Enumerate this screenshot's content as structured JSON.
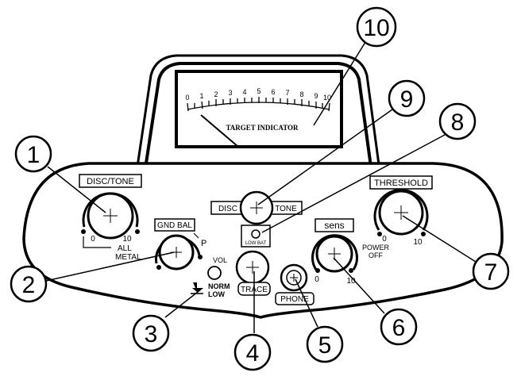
{
  "meter": {
    "scale": [
      "0",
      "1",
      "2",
      "3",
      "4",
      "5",
      "6",
      "7",
      "8",
      "9",
      "10"
    ],
    "label": "TARGET INDICATOR"
  },
  "controls": {
    "disc_tone": {
      "label": "DISC/TONE",
      "min": "0",
      "max": "10",
      "all_metal": "ALL",
      "all_metal_2": "METAL"
    },
    "gnd_bal": {
      "label": "GND BAL",
      "p": "P"
    },
    "vol": {
      "label": "VOL",
      "norm": "NORM",
      "low": "LOW"
    },
    "trace": {
      "label": "TRACE"
    },
    "phone": {
      "label": "PHONE"
    },
    "disc_switch": {
      "left": "DISC",
      "right": "TONE"
    },
    "low_bat": {
      "label": "LOW BAT"
    },
    "sens": {
      "label": "sens",
      "min": "0",
      "max": "10"
    },
    "threshold": {
      "label": "THRESHOLD",
      "min": "0",
      "max": "10",
      "power_off": "POWER",
      "power_off_2": "OFF"
    }
  },
  "callouts": [
    "1",
    "2",
    "3",
    "4",
    "5",
    "6",
    "7",
    "8",
    "9",
    "10"
  ]
}
